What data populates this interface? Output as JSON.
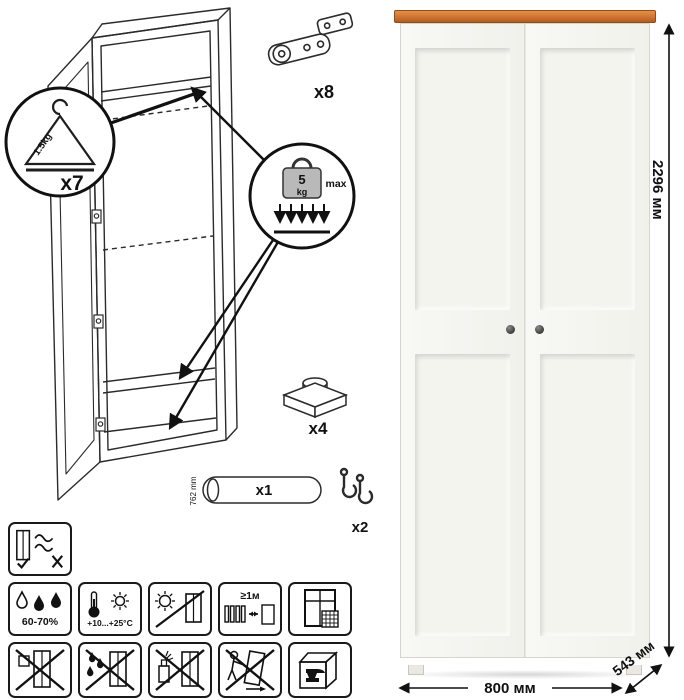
{
  "dimensions": {
    "height": "2296 мм",
    "width": "800 мм",
    "depth": "543 мм"
  },
  "hardware": {
    "hanger": {
      "count": "x7",
      "load": "1.5kg"
    },
    "hinge": {
      "count": "x8"
    },
    "foot": {
      "count": "x4"
    },
    "rod": {
      "count": "x1",
      "length": "762 mm"
    },
    "hook": {
      "count": "x2"
    }
  },
  "load_limit": {
    "value": "5",
    "unit": "kg",
    "label": "max"
  },
  "care": {
    "humidity": "60-70%",
    "temperature": "+10...+25°C",
    "min_distance": "≥1м"
  },
  "colors": {
    "wood_top": "#cf7434",
    "line_color": "#111111"
  }
}
